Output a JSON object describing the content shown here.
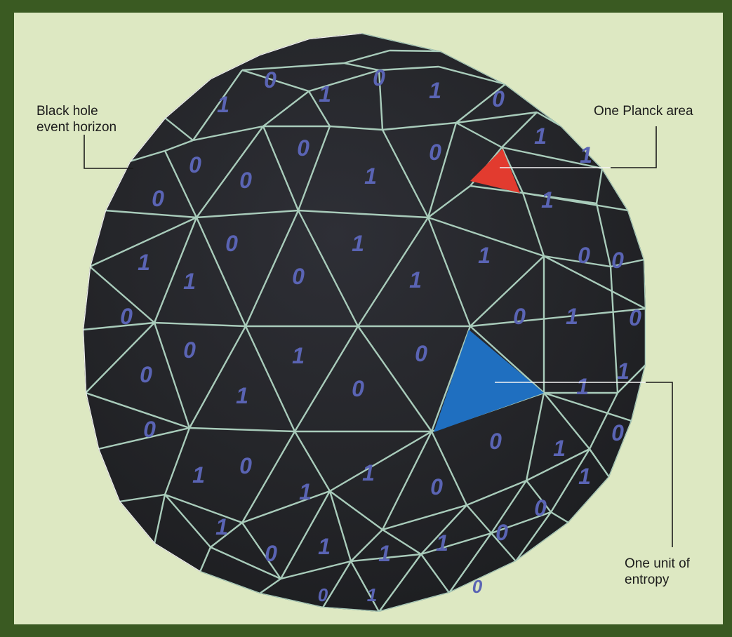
{
  "labels": {
    "event_horizon_line1": "Black hole",
    "event_horizon_line2": "event horizon",
    "planck_area": "One Planck area",
    "entropy_line1": "One unit of",
    "entropy_line2": "entropy"
  },
  "bits": [
    "0",
    "1",
    "0",
    "1",
    "0",
    "1",
    "1",
    "0",
    "0",
    "0",
    "1",
    "0",
    "0",
    "1",
    "1",
    "0",
    "1",
    "1",
    "0",
    "0",
    "1",
    "1",
    "0",
    "1",
    "0",
    "0",
    "1",
    "0",
    "0",
    "1",
    "0",
    "0",
    "1",
    "0",
    "1",
    "1",
    "0",
    "1",
    "0",
    "1",
    "1",
    "0",
    "0",
    "1",
    "0",
    "1",
    "0",
    "1",
    "1",
    "1",
    "0",
    "0",
    "1",
    "0",
    "1",
    "0"
  ],
  "colors": {
    "background_border": "#3a5a22",
    "panel": "#dde8c2",
    "sphere": "#2a2b2f",
    "edge": "#a9ccbb",
    "bit_text": "#5a64b4",
    "planck_area": "#e23b2f",
    "entropy_unit": "#1f6fc0"
  },
  "icons": [
    "leader-line"
  ]
}
